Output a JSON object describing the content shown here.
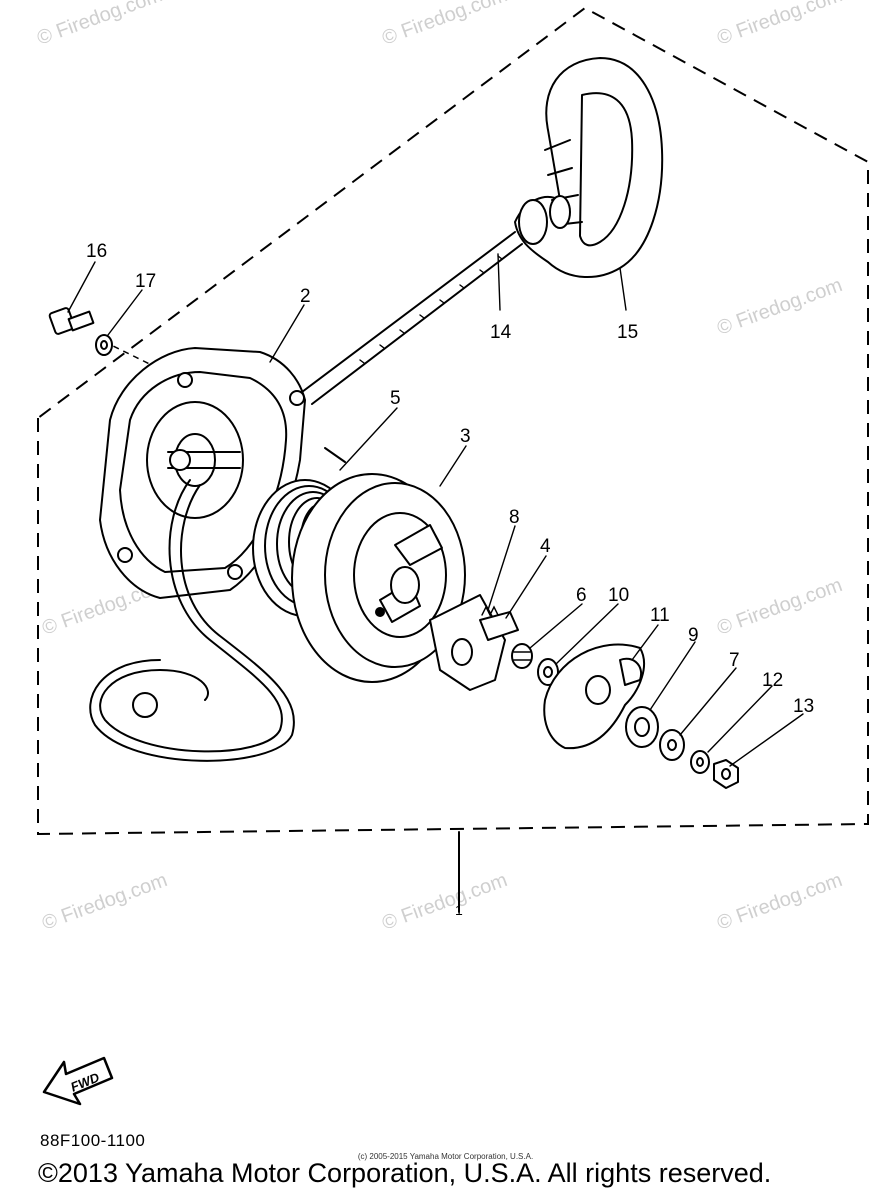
{
  "diagram": {
    "part_code": "88F100-1100",
    "small_copyright": "(c) 2005-2015 Yamaha Motor Corporation, U.S.A.",
    "copyright": "©2013 Yamaha Motor Corporation, U.S.A. All rights reserved.",
    "fwd_label": "FWD",
    "assembly_label": "1",
    "watermark": "© Firedog.com",
    "callouts": [
      "16",
      "17",
      "2",
      "5",
      "3",
      "8",
      "4",
      "6",
      "10",
      "11",
      "9",
      "7",
      "12",
      "13",
      "14",
      "15"
    ]
  }
}
